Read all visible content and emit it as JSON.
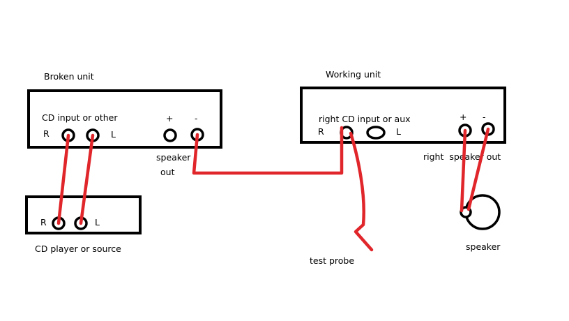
{
  "colors": {
    "wire": "#e0262a",
    "outline": "#000000",
    "background": "#ffffff"
  },
  "broken_unit": {
    "title": "Broken unit",
    "input_label": "CD input or other",
    "r_label": "R",
    "l_label": "L",
    "plus_label": "+",
    "minus_label": "-",
    "speaker_out_label_1": "speaker",
    "speaker_out_label_2": "out"
  },
  "source": {
    "title": "CD player or source",
    "r_label": "R",
    "l_label": "L"
  },
  "working_unit": {
    "title": "Working unit",
    "input_label": "right CD input or aux",
    "r_label": "R",
    "l_label": "L",
    "plus_label": "+",
    "minus_label": "-",
    "speaker_out_label": "right  speaker out"
  },
  "probe_label": "test probe",
  "speaker_label": "speaker"
}
